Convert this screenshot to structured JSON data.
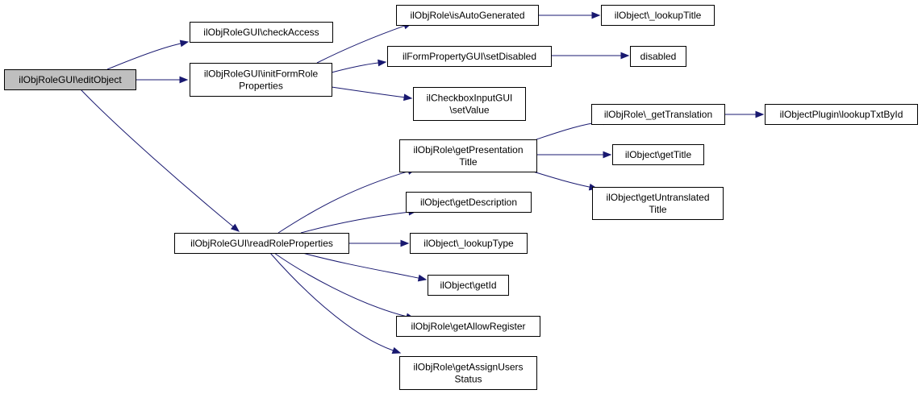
{
  "diagram": {
    "colors": {
      "edge": "#191970",
      "root_fill": "#bfbfbf",
      "node_fill": "#ffffff",
      "node_stroke": "#000000"
    },
    "nodes": [
      {
        "id": "editObject",
        "lines": [
          "ilObjRoleGUI\\editObject"
        ],
        "root": true
      },
      {
        "id": "checkAccess",
        "lines": [
          "ilObjRoleGUI\\checkAccess"
        ]
      },
      {
        "id": "initFormRoleProperties",
        "lines": [
          "ilObjRoleGUI\\initFormRole",
          "Properties"
        ]
      },
      {
        "id": "readRoleProperties",
        "lines": [
          "ilObjRoleGUI\\readRoleProperties"
        ]
      },
      {
        "id": "isAutoGenerated",
        "lines": [
          "ilObjRole\\isAutoGenerated"
        ]
      },
      {
        "id": "setDisabled",
        "lines": [
          "ilFormPropertyGUI\\setDisabled"
        ]
      },
      {
        "id": "setValue",
        "lines": [
          "ilCheckboxInputGUI",
          "\\setValue"
        ]
      },
      {
        "id": "lookupTitle",
        "lines": [
          "ilObject\\_lookupTitle"
        ]
      },
      {
        "id": "disabled",
        "lines": [
          "disabled"
        ]
      },
      {
        "id": "getPresentationTitle",
        "lines": [
          "ilObjRole\\getPresentation",
          "Title"
        ]
      },
      {
        "id": "getDescription",
        "lines": [
          "ilObject\\getDescription"
        ]
      },
      {
        "id": "lookupType",
        "lines": [
          "ilObject\\_lookupType"
        ]
      },
      {
        "id": "getId",
        "lines": [
          "ilObject\\getId"
        ]
      },
      {
        "id": "getAllowRegister",
        "lines": [
          "ilObjRole\\getAllowRegister"
        ]
      },
      {
        "id": "getAssignUsersStatus",
        "lines": [
          "ilObjRole\\getAssignUsers",
          "Status"
        ]
      },
      {
        "id": "getTranslation",
        "lines": [
          "ilObjRole\\_getTranslation"
        ]
      },
      {
        "id": "getTitle",
        "lines": [
          "ilObject\\getTitle"
        ]
      },
      {
        "id": "getUntranslatedTitle",
        "lines": [
          "ilObject\\getUntranslated",
          "Title"
        ]
      },
      {
        "id": "lookupTxtById",
        "lines": [
          "ilObjectPlugin\\lookupTxtById"
        ]
      }
    ],
    "edges": [
      {
        "from": "editObject",
        "to": "checkAccess"
      },
      {
        "from": "editObject",
        "to": "initFormRoleProperties"
      },
      {
        "from": "editObject",
        "to": "readRoleProperties"
      },
      {
        "from": "initFormRoleProperties",
        "to": "isAutoGenerated"
      },
      {
        "from": "initFormRoleProperties",
        "to": "setDisabled"
      },
      {
        "from": "initFormRoleProperties",
        "to": "setValue"
      },
      {
        "from": "isAutoGenerated",
        "to": "lookupTitle"
      },
      {
        "from": "setDisabled",
        "to": "disabled"
      },
      {
        "from": "readRoleProperties",
        "to": "getPresentationTitle"
      },
      {
        "from": "readRoleProperties",
        "to": "getDescription"
      },
      {
        "from": "readRoleProperties",
        "to": "lookupType"
      },
      {
        "from": "readRoleProperties",
        "to": "getId"
      },
      {
        "from": "readRoleProperties",
        "to": "getAllowRegister"
      },
      {
        "from": "readRoleProperties",
        "to": "getAssignUsersStatus"
      },
      {
        "from": "getPresentationTitle",
        "to": "getTranslation"
      },
      {
        "from": "getPresentationTitle",
        "to": "getTitle"
      },
      {
        "from": "getPresentationTitle",
        "to": "getUntranslatedTitle"
      },
      {
        "from": "getTranslation",
        "to": "lookupTxtById"
      }
    ]
  }
}
